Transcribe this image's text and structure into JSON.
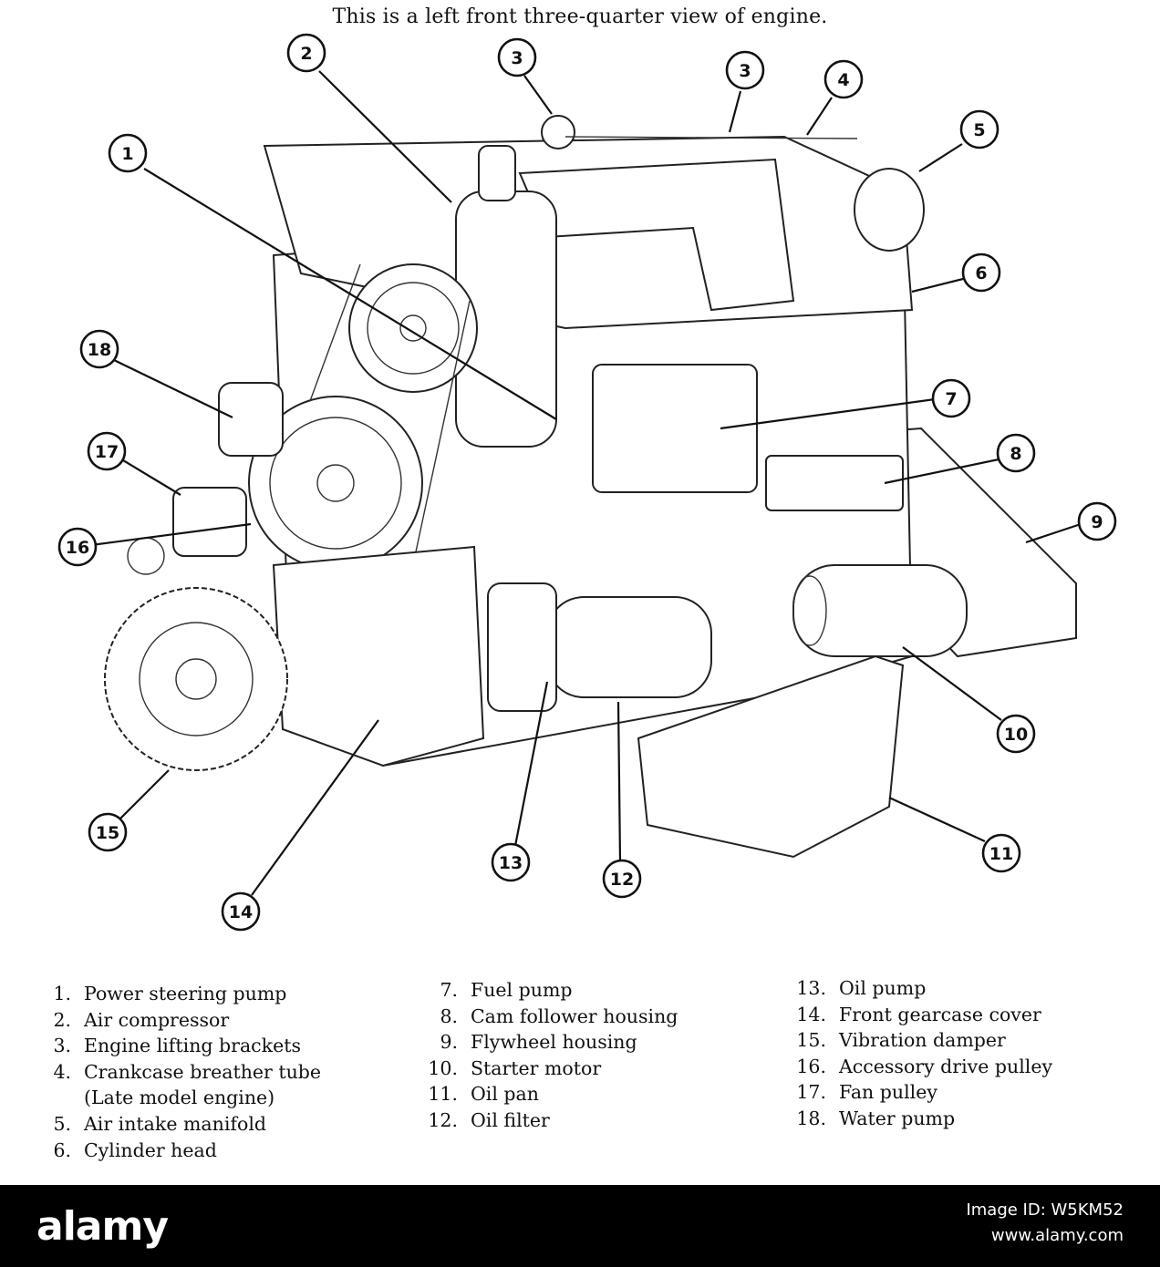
{
  "caption": "This is a left front three-quarter view of engine.",
  "callouts": [
    "1",
    "2",
    "3",
    "3",
    "4",
    "5",
    "6",
    "7",
    "8",
    "9",
    "10",
    "11",
    "12",
    "13",
    "14",
    "15",
    "16",
    "17",
    "18"
  ],
  "legend": {
    "col1": [
      {
        "n": "1.",
        "label": "Power steering pump"
      },
      {
        "n": "2.",
        "label": "Air compressor"
      },
      {
        "n": "3.",
        "label": "Engine lifting brackets"
      },
      {
        "n": "4.",
        "label": "Crankcase breather tube",
        "cont": "(Late model engine)"
      },
      {
        "n": "5.",
        "label": "Air intake manifold"
      },
      {
        "n": "6.",
        "label": "Cylinder head"
      }
    ],
    "col2": [
      {
        "n": "7.",
        "label": "Fuel pump"
      },
      {
        "n": "8.",
        "label": "Cam follower housing"
      },
      {
        "n": "9.",
        "label": "Flywheel housing"
      },
      {
        "n": "10.",
        "label": "Starter motor"
      },
      {
        "n": "11.",
        "label": "Oil pan"
      },
      {
        "n": "12.",
        "label": "Oil filter"
      }
    ],
    "col3": [
      {
        "n": "13.",
        "label": "Oil pump"
      },
      {
        "n": "14.",
        "label": "Front gearcase cover"
      },
      {
        "n": "15.",
        "label": "Vibration damper"
      },
      {
        "n": "16.",
        "label": "Accessory drive pulley"
      },
      {
        "n": "17.",
        "label": "Fan pulley"
      },
      {
        "n": "18.",
        "label": "Water pump"
      }
    ]
  },
  "footer": {
    "logo": "alamy",
    "image_id_line1": "Image ID: W5KM52",
    "image_id_line2": "www.alamy.com"
  }
}
